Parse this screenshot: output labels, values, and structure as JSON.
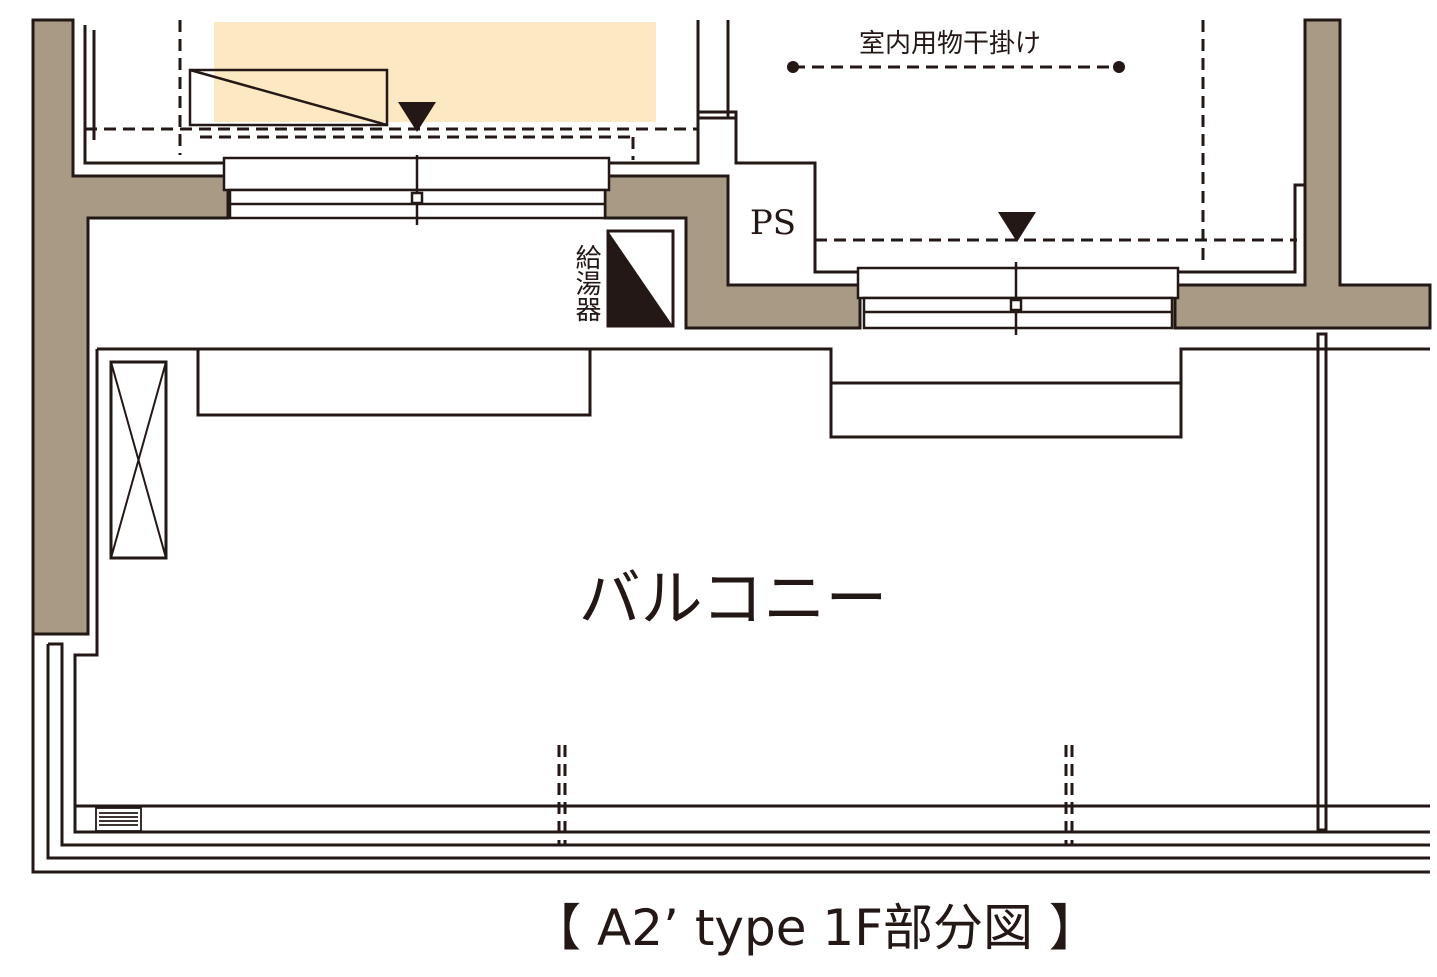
{
  "labels": {
    "drying_rack": "室内用物干掛け",
    "pipe_space": "PS",
    "water_heater": "給湯器",
    "balcony": "バルコニー",
    "caption": "【 A2’ type 1F部分図 】"
  },
  "colors": {
    "wall": "#a89a85",
    "line": "#231815",
    "highlight": "#fde8c4",
    "background": "#ffffff"
  }
}
